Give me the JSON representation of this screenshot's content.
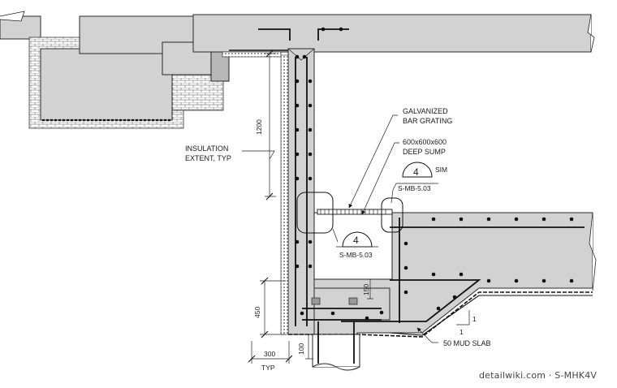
{
  "labels": {
    "insulation": [
      "INSULATION",
      "EXTENT, TYP"
    ],
    "grating": [
      "GALVANIZED",
      "BAR GRATING"
    ],
    "sump": [
      "600x600x600",
      "DEEP SUMP"
    ],
    "sim": "SIM",
    "mud_slab": "50 MUD SLAB"
  },
  "dimensions": {
    "insulation_height": "1200",
    "wall_depth": "450",
    "sump_step": "150",
    "toe_width": "300",
    "mud_thickness": "100",
    "typ": "TYP",
    "slope_rise": "1",
    "slope_run": "1"
  },
  "callouts": {
    "upper": {
      "number": "4",
      "ref": "S-MB-5.03"
    },
    "lower": {
      "number": "4",
      "ref": "S-MB-5.03"
    }
  },
  "watermark": "detailwiki.com · S-MHK4V"
}
